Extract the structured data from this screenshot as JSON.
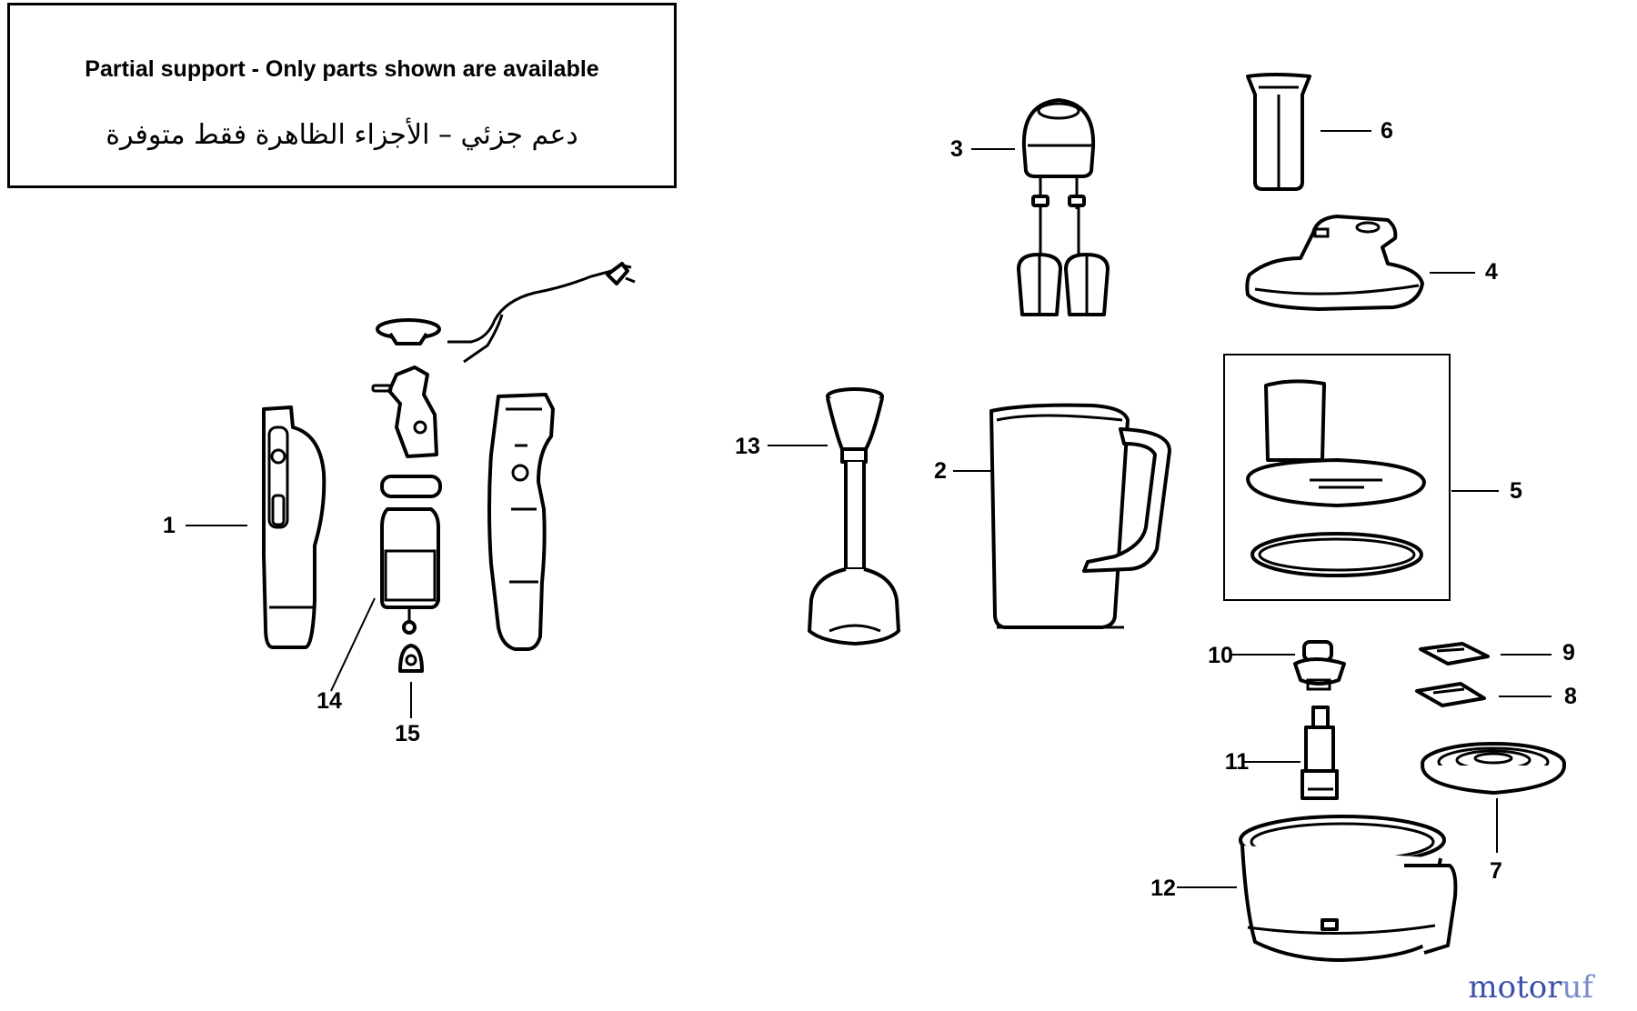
{
  "notice": {
    "english": "Partial support - Only parts shown are available",
    "arabic": "دعم جزئي – الأجزاء الظاهرة فقط متوفرة"
  },
  "parts": [
    {
      "number": "1",
      "name": "hand blender housing"
    },
    {
      "number": "2",
      "name": "blender jug"
    },
    {
      "number": "3",
      "name": "whisk attachment"
    },
    {
      "number": "4",
      "name": "chopper lid"
    },
    {
      "number": "5",
      "name": "food processor lid set"
    },
    {
      "number": "6",
      "name": "food pusher"
    },
    {
      "number": "7",
      "name": "slicing disc"
    },
    {
      "number": "8",
      "name": "shredding blade"
    },
    {
      "number": "9",
      "name": "slicing blade"
    },
    {
      "number": "10",
      "name": "blade coupler"
    },
    {
      "number": "11",
      "name": "drive shaft"
    },
    {
      "number": "12",
      "name": "processor bowl"
    },
    {
      "number": "13",
      "name": "blending shaft"
    },
    {
      "number": "14",
      "name": "motor"
    },
    {
      "number": "15",
      "name": "motor bushing"
    }
  ],
  "watermark": {
    "part1": "motor",
    "part2": "uf"
  }
}
